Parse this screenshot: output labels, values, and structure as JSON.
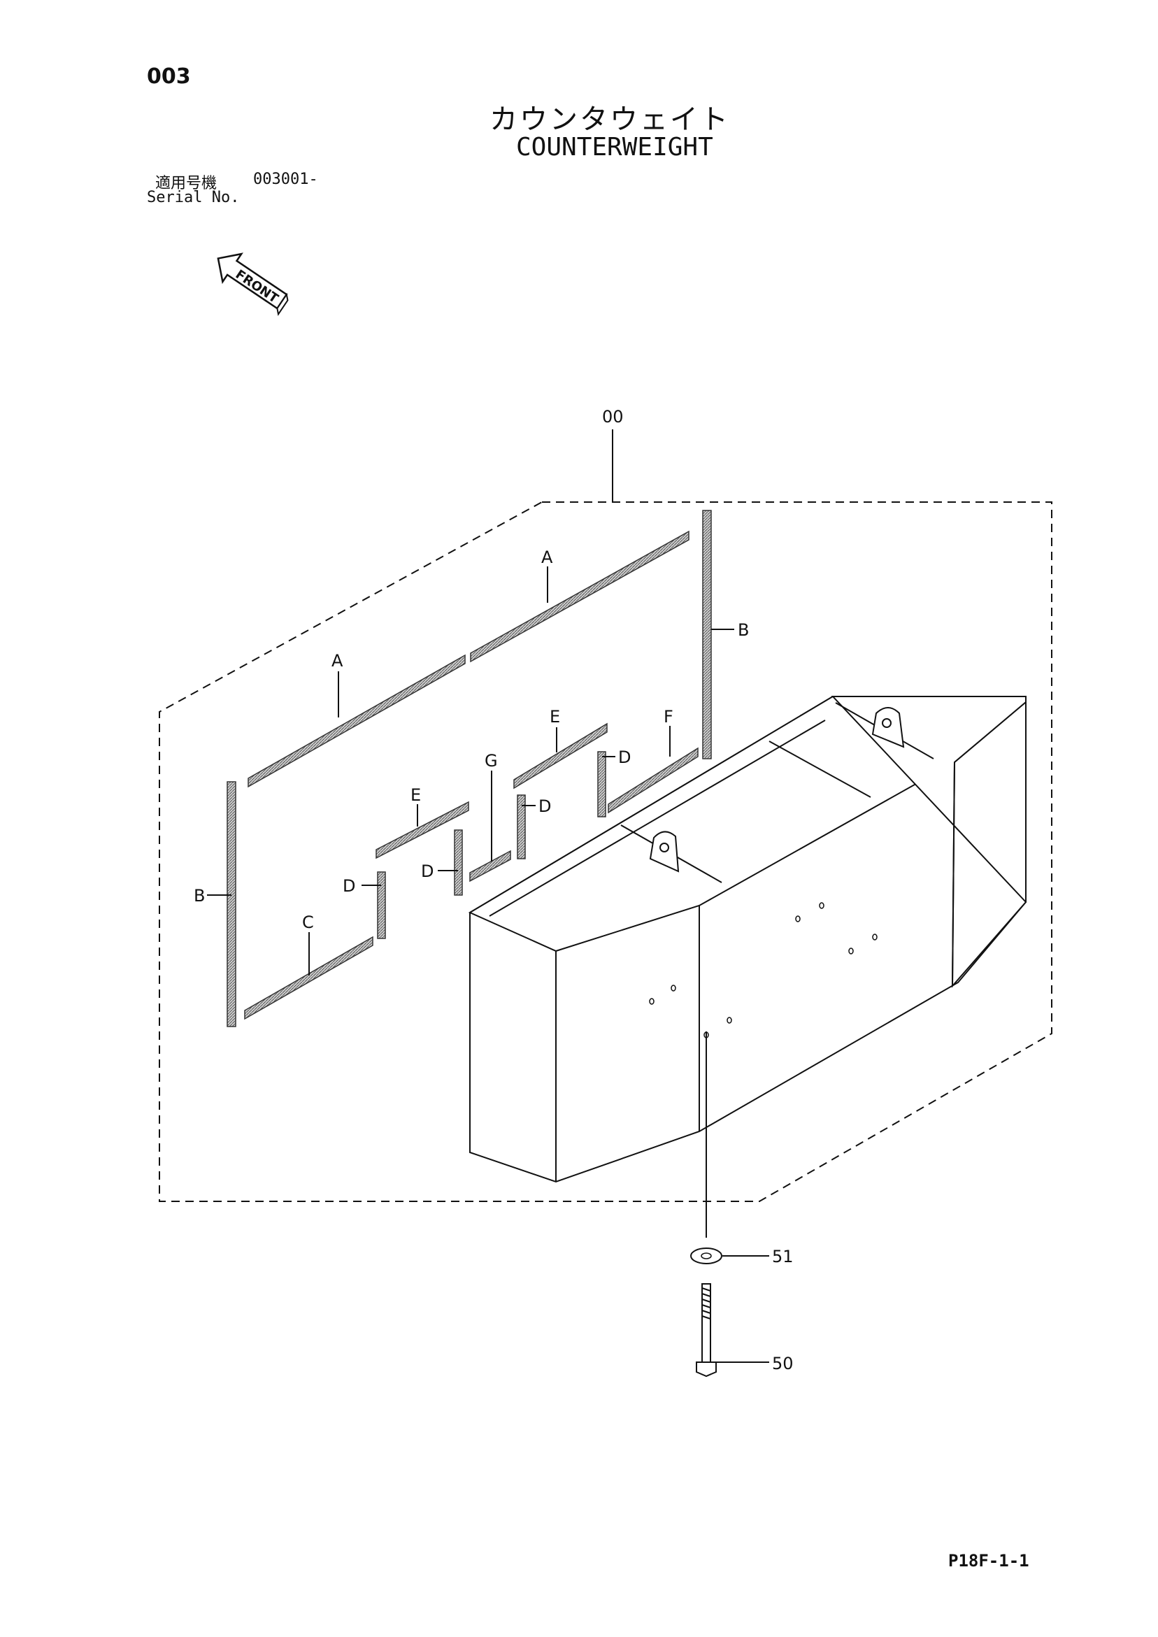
{
  "page": {
    "number": "003",
    "title_jp": "カウンタウェイト",
    "title_en": "COUNTERWEIGHT",
    "serial_label_jp": "適用号機",
    "serial_value": "003001-",
    "serial_label_en": "Serial No.",
    "footer_code": "P18F-1-1"
  },
  "diagram": {
    "front_label": "FRONT",
    "group_callout": "00",
    "seal_labels": {
      "a": "A",
      "b": "B",
      "c": "C",
      "d": "D",
      "e": "E",
      "f": "F",
      "g": "G"
    },
    "part_callouts": {
      "washer": "51",
      "bolt": "50"
    }
  }
}
